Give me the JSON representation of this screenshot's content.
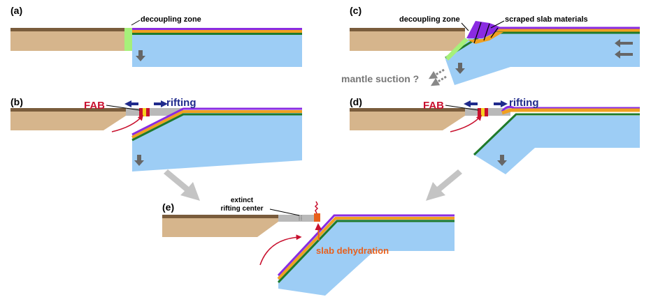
{
  "colors": {
    "crust": "#d6b58c",
    "crust_top": "#7a5c3c",
    "slab": "#9dcdf5",
    "purple": "#8a2be2",
    "orange": "#f0a020",
    "green": "#1f7a2a",
    "decoupling": "#a6f07a",
    "gray_zone": "#b9b9b9",
    "arrow_gray": "#666666",
    "big_arrow": "#c4c4c4",
    "navy": "#1f2a8c",
    "red": "#c8102e",
    "dehydration": "#e8601c"
  },
  "panels": {
    "a": {
      "tag": "(a)",
      "decoupling": "decoupling zone"
    },
    "b": {
      "tag": "(b)",
      "fab": "FAB",
      "rifting": "rifting"
    },
    "c": {
      "tag": "(c)",
      "decoupling": "decoupling zone",
      "scraped": "scraped slab materials",
      "suction": "mantle suction ?"
    },
    "d": {
      "tag": "(d)",
      "fab": "FAB",
      "rifting": "rifting"
    },
    "e": {
      "tag": "(e)",
      "extinct_line1": "extinct",
      "extinct_line2": "rifting center",
      "dehydration": "slab dehydration"
    }
  }
}
